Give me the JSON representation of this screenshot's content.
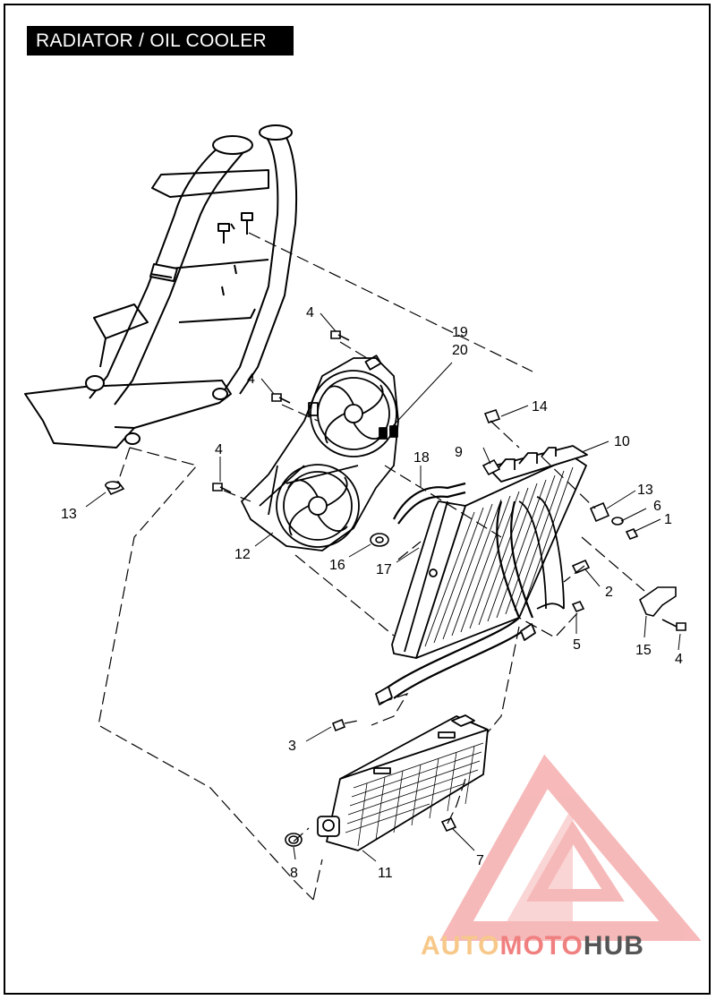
{
  "title": "RADIATOR / OIL COOLER",
  "callouts": {
    "c1": "1",
    "c2": "2",
    "c3": "3",
    "c4a": "4",
    "c4b": "4",
    "c4c": "4",
    "c4d": "4",
    "c5": "5",
    "c6": "6",
    "c7": "7",
    "c8": "8",
    "c9": "9",
    "c10": "10",
    "c11": "11",
    "c12": "12",
    "c13a": "13",
    "c13b": "13",
    "c14": "14",
    "c15": "15",
    "c16": "16",
    "c17": "17",
    "c18": "18",
    "c19": "19",
    "c20": "20"
  },
  "watermark": {
    "part1": "AUTO",
    "part2": "MOTO",
    "part3": "HUB"
  },
  "colors": {
    "ink": "#000000",
    "watermark_light": "#f7c88a",
    "watermark_mid": "#f08080",
    "watermark_dark": "#555555"
  }
}
